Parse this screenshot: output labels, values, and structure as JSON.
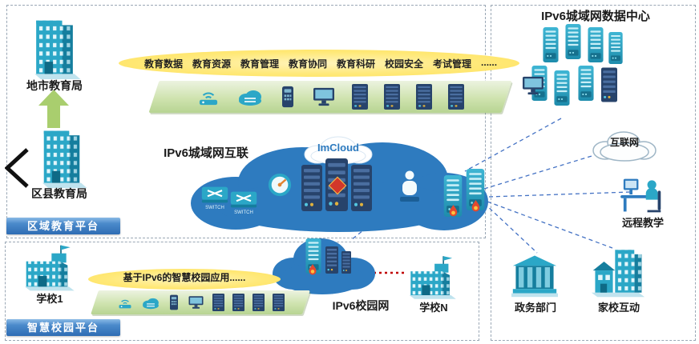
{
  "diagram": {
    "datacenter": {
      "title": "IPv6城域网数据中心"
    },
    "regional": {
      "city_bureau": "地市教育局",
      "county_bureau": "区县教育局",
      "platform_badge": "区域教育平台",
      "app_items": [
        "教育数据",
        "教育资源",
        "教育管理",
        "教育协同",
        "教育科研",
        "校园安全",
        "考试管理",
        "......"
      ]
    },
    "man": {
      "title": "IPv6城域网互联",
      "cloud_logo": "ImCloud",
      "switch_label": "SWITCH"
    },
    "external": {
      "internet": "互联网",
      "remote_teaching": "远程教学",
      "gov_dept": "政务部门",
      "home_school": "家校互动"
    },
    "campus": {
      "cloud_title": "IPv6校园网",
      "app_banner": "基于IPv6的智慧校园应用......",
      "school_1": "学校1",
      "school_n": "学校N",
      "platform_badge": "智慧校园平台"
    },
    "colors": {
      "teal": "#2BA7C7",
      "teal_dark": "#157E9E",
      "cloud_blue": "#2E7BBF",
      "navy": "#27436B",
      "badge_blue": "#3E7FC2",
      "band_green": "#CFE3AF",
      "banner_yellow": "#FFE97A",
      "arrow_green": "#A9CE6E",
      "line_blue": "#4472C4",
      "line_red": "#C00000"
    }
  }
}
